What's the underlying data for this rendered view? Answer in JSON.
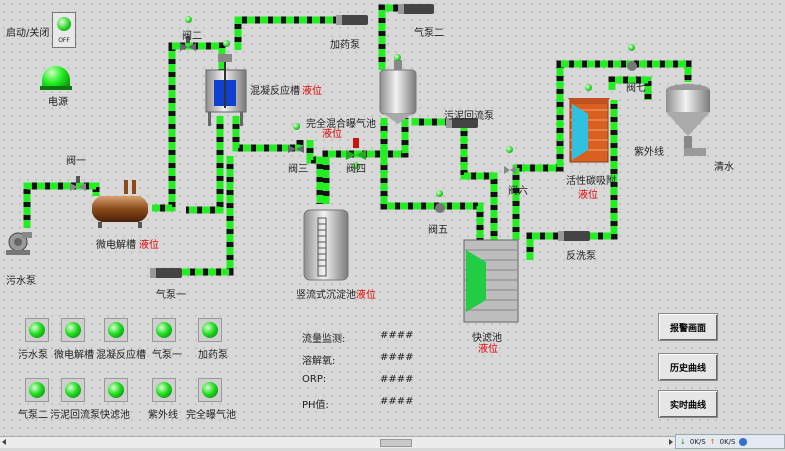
{
  "control": {
    "start_stop_label": "启动/关闭",
    "switch_text": "OFF",
    "power_label": "电源"
  },
  "equipment": {
    "sewage_pump": "污水泵",
    "micro_tank": "微电解槽",
    "valve1": "阀一",
    "valve2": "阀二",
    "coag_tank": "混凝反应槽",
    "dosing_pump": "加药泵",
    "air_pump2": "气泵二",
    "air_pump1": "气泵一",
    "mix_tank": "完全混合曝气池",
    "valve3": "阀三",
    "valve4": "阀四",
    "settler": "竖流式沉淀池",
    "sludge_pump": "污泥回流泵",
    "valve5": "阀五",
    "fast_filter": "快滤池",
    "valve6": "阀六",
    "carbon_tank": "活性碳吸附",
    "valve7": "阀七",
    "uv_label": "紫外线",
    "clean_water": "清水",
    "backwash_pump": "反洗泵",
    "level_text": "液位"
  },
  "monitor": [
    {
      "label": "流量监测:",
      "value": "####"
    },
    {
      "label": "溶解氧:",
      "value": "####"
    },
    {
      "label": "ORP:",
      "value": "####"
    },
    {
      "label": "PH值:",
      "value": "####"
    }
  ],
  "indicators_row1": [
    "污水泵",
    "微电解槽",
    "混凝反应槽",
    "气泵一",
    "加药泵"
  ],
  "indicators_row2": [
    "气泵二",
    "污泥回流泵",
    "快滤池",
    "紫外线",
    "完全曝气池"
  ],
  "buttons": {
    "alarm": "报警画面",
    "history": "历史曲线",
    "realtime": "实时曲线"
  },
  "statusbar": {
    "down_speed": "0K/S",
    "up_speed": "0K/S"
  },
  "colors": {
    "pipe_green": "#22ee22",
    "pipe_dark": "#111111",
    "level_red": "#e00000",
    "background": "#d8d8d8"
  }
}
